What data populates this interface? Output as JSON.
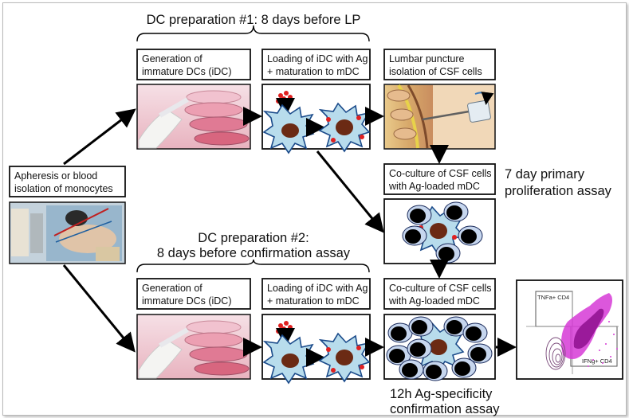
{
  "headings": {
    "prep1": "DC preparation #1: 8 days before LP",
    "prep2_line1": "DC preparation #2:",
    "prep2_line2": "8 days before confirmation assay",
    "primary_line1": "7 day primary",
    "primary_line2": "proliferation assay",
    "confirm_line1": "12h Ag-specificity",
    "confirm_line2": "confirmation assay"
  },
  "boxes": {
    "apheresis": [
      "Apheresis or blood",
      "isolation of monocytes"
    ],
    "gen1": [
      "Generation of",
      "immature DCs (iDC)"
    ],
    "load1": [
      "Loading of iDC with Ag",
      "+ maturation to mDC"
    ],
    "lumbar": [
      "Lumbar puncture",
      "isolation of CSF cells"
    ],
    "coculture1": [
      "Co-culture of CSF cells",
      "with Ag-loaded mDC"
    ],
    "gen2": [
      "Generation of",
      "immature DCs (iDC)"
    ],
    "load2": [
      "Loading of iDC with Ag",
      "+ maturation to mDC"
    ],
    "coculture2": [
      "Co-culture of CSF cells",
      "with Ag-loaded mDC"
    ]
  },
  "facs": {
    "gate_top": "TNFa+ CD4",
    "gate_bottom": "IFNg+ CD4"
  },
  "colors": {
    "dc_fill": "#b8dcec",
    "dc_stroke": "#1a4a8a",
    "antigen": "#e02020",
    "nucleus": "#6b2a14",
    "tcell_outer": "#c6d6ee",
    "facs_magenta": "#d63ad6"
  }
}
